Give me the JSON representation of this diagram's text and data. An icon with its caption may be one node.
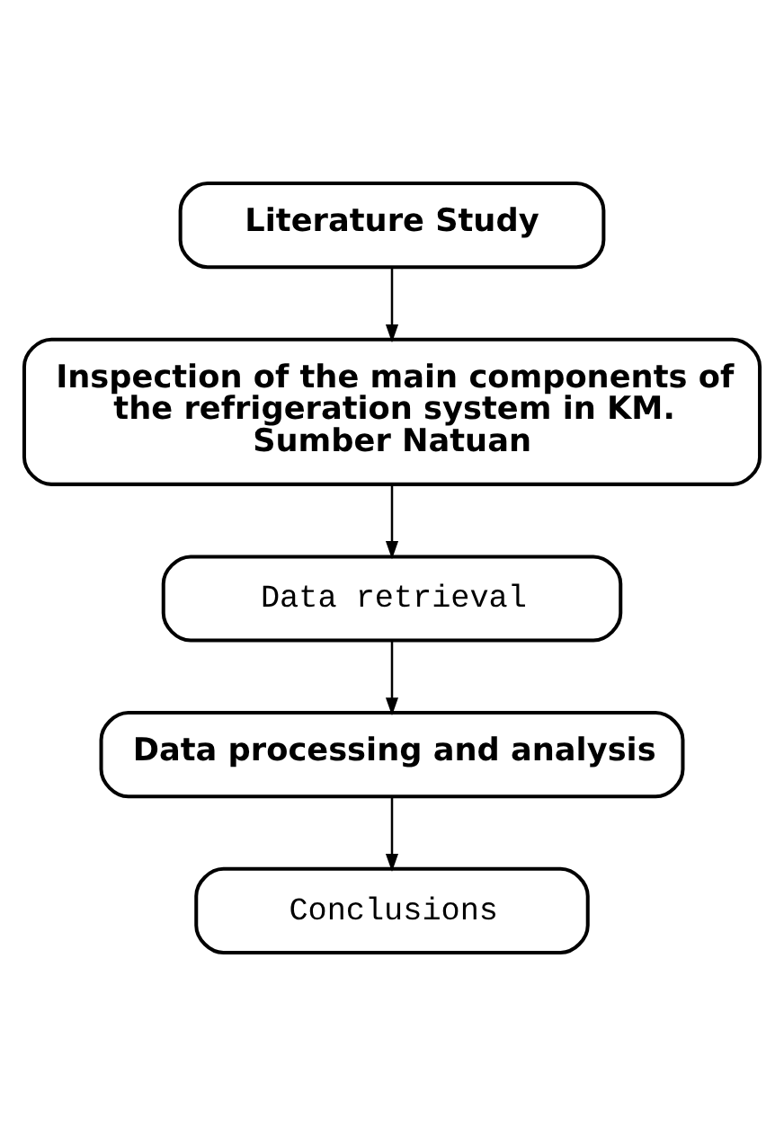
{
  "diagram": {
    "nodes": [
      {
        "text": [
          "Literature Study"
        ]
      },
      {
        "text": [
          "Inspection of the main components of the refrigeration system in KM. Sumber Natuan"
        ]
      },
      {
        "text": [
          "Data retrieval"
        ]
      },
      {
        "text": [
          "Data processing and analysis"
        ]
      },
      {
        "text": [
          "Conclusions"
        ]
      }
    ],
    "edges": [
      {
        "from": 0,
        "to": 1,
        "arrow": "to"
      },
      {
        "from": 1,
        "to": 2,
        "arrow": "to"
      },
      {
        "from": 2,
        "to": 3,
        "arrow": "to"
      },
      {
        "from": 3,
        "to": 4,
        "arrow": "to"
      }
    ]
  }
}
